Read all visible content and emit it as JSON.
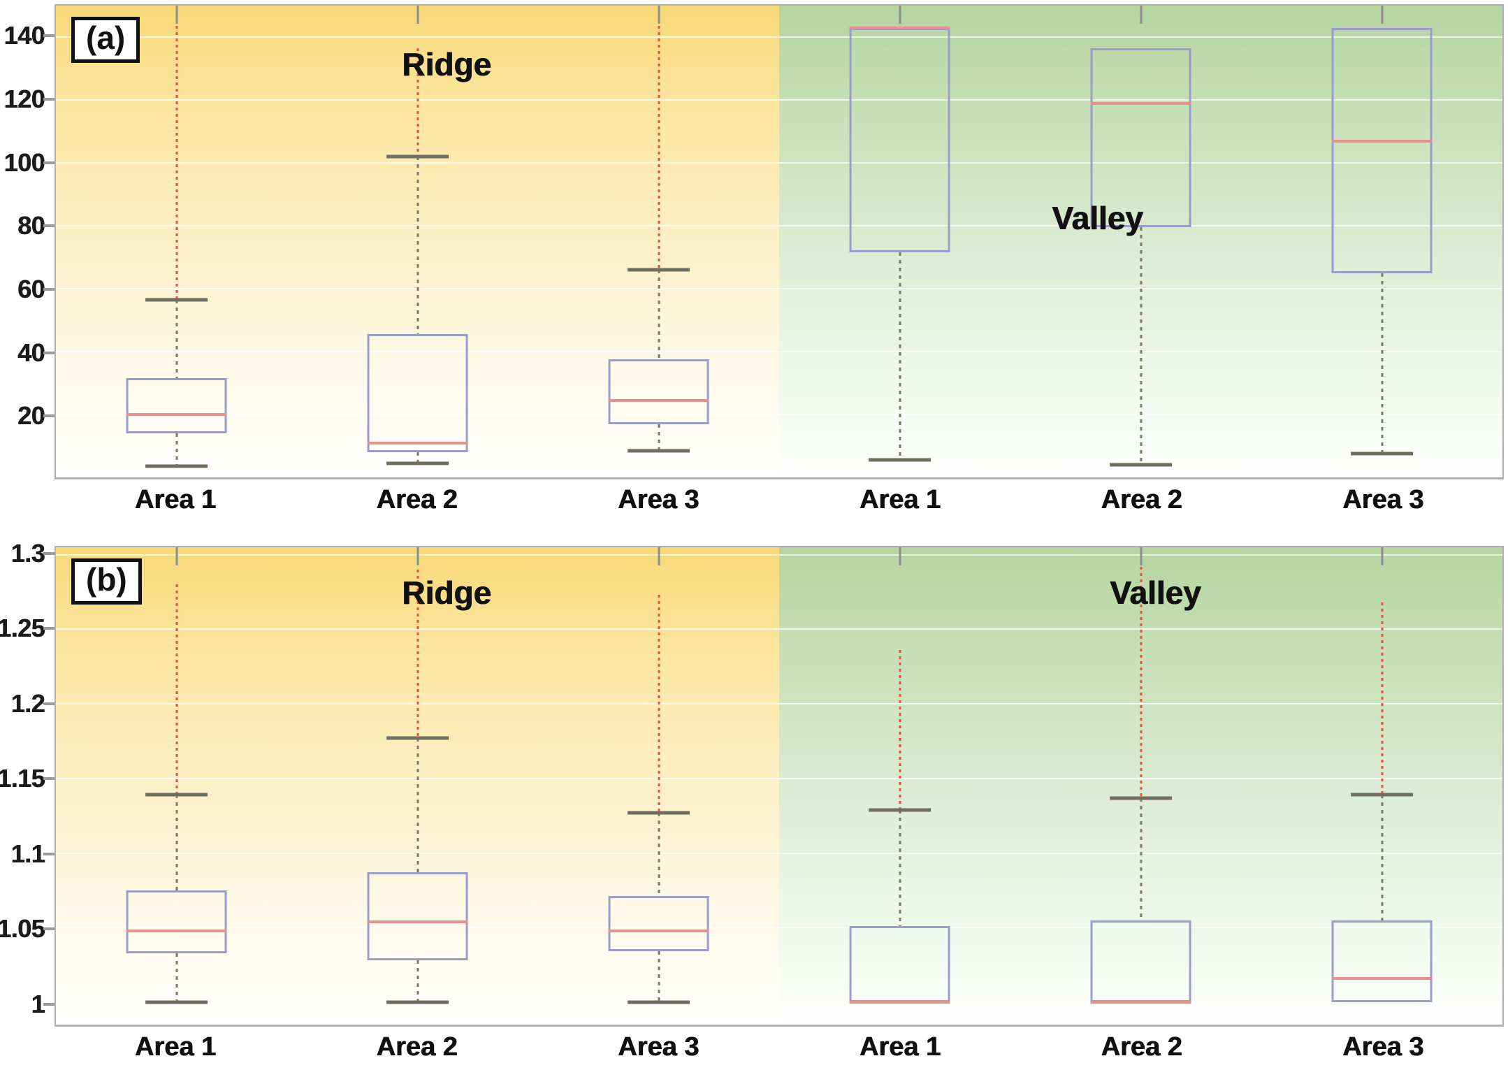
{
  "figure": {
    "panels": [
      {
        "tag": "(a)",
        "group_labels": [
          {
            "text": "Ridge",
            "x_pct": 27.0,
            "y_pct": 12.5
          },
          {
            "text": "Valley",
            "x_pct": 72.0,
            "y_pct": 45.0
          }
        ]
      },
      {
        "tag": "(b)",
        "group_labels": [
          {
            "text": "Ridge",
            "x_pct": 27.0,
            "y_pct": 9.5
          },
          {
            "text": "Valley",
            "x_pct": 76.0,
            "y_pct": 9.5
          }
        ]
      }
    ]
  },
  "chart_data": [
    {
      "type": "box",
      "panel": "a",
      "title": "(a)",
      "xlabel": "",
      "ylabel": "",
      "ylim": [
        0,
        150
      ],
      "yticks": [
        20,
        40,
        60,
        80,
        100,
        120,
        140
      ],
      "ytick_labels": [
        "20",
        "40",
        "60",
        "80",
        "100",
        "120",
        "140"
      ],
      "grid": true,
      "categories": [
        "Area 1",
        "Area 2",
        "Area 3",
        "Area 1",
        "Area 2",
        "Area 3"
      ],
      "groups": [
        "Ridge",
        "Ridge",
        "Ridge",
        "Valley",
        "Valley",
        "Valley"
      ],
      "boxes": [
        {
          "group": "Ridge",
          "category": "Area 1",
          "whisker_low": 3.5,
          "q1": 14.0,
          "median": 20.0,
          "q3": 31.5,
          "whisker_high": 56.5,
          "outlier_max": 143.5
        },
        {
          "group": "Ridge",
          "category": "Area 2",
          "whisker_low": 4.5,
          "q1": 8.0,
          "median": 11.0,
          "q3": 45.5,
          "whisker_high": 102.0,
          "outlier_max": 136.5
        },
        {
          "group": "Ridge",
          "category": "Area 3",
          "whisker_low": 8.5,
          "q1": 17.0,
          "median": 24.5,
          "q3": 37.5,
          "whisker_high": 66.0,
          "outlier_max": 143.5
        },
        {
          "group": "Valley",
          "category": "Area 1",
          "whisker_low": 5.5,
          "q1": 71.5,
          "median": 143.0,
          "q3": 143.0,
          "whisker_high": 143.0,
          "outlier_max": null
        },
        {
          "group": "Valley",
          "category": "Area 2",
          "whisker_low": 4.0,
          "q1": 79.5,
          "median": 119.0,
          "q3": 136.5,
          "whisker_high": 136.5,
          "outlier_max": null
        },
        {
          "group": "Valley",
          "category": "Area 3",
          "whisker_low": 7.5,
          "q1": 65.0,
          "median": 107.0,
          "q3": 143.0,
          "whisker_high": 143.0,
          "outlier_max": null
        }
      ]
    },
    {
      "type": "box",
      "panel": "b",
      "title": "(b)",
      "xlabel": "",
      "ylabel": "",
      "ylim": [
        0.985,
        1.305
      ],
      "yticks": [
        1,
        1.05,
        1.1,
        1.15,
        1.2,
        1.25,
        1.3
      ],
      "ytick_labels": [
        "1",
        "1.05",
        "1.1",
        "1.15",
        "1.2",
        "1.25",
        "1.3"
      ],
      "grid": true,
      "categories": [
        "Area 1",
        "Area 2",
        "Area 3",
        "Area 1",
        "Area 2",
        "Area 3"
      ],
      "groups": [
        "Ridge",
        "Ridge",
        "Ridge",
        "Valley",
        "Valley",
        "Valley"
      ],
      "boxes": [
        {
          "group": "Ridge",
          "category": "Area 1",
          "whisker_low": 1.0,
          "q1": 1.033,
          "median": 1.048,
          "q3": 1.075,
          "whisker_high": 1.139,
          "outlier_max": 1.28
        },
        {
          "group": "Ridge",
          "category": "Area 2",
          "whisker_low": 1.0,
          "q1": 1.028,
          "median": 1.054,
          "q3": 1.087,
          "whisker_high": 1.177,
          "outlier_max": 1.29
        },
        {
          "group": "Ridge",
          "category": "Area 3",
          "whisker_low": 1.0,
          "q1": 1.034,
          "median": 1.048,
          "q3": 1.071,
          "whisker_high": 1.127,
          "outlier_max": 1.273
        },
        {
          "group": "Valley",
          "category": "Area 1",
          "whisker_low": 1.0,
          "q1": 1.0,
          "median": 1.0,
          "q3": 1.051,
          "whisker_high": 1.129,
          "outlier_max": 1.236
        },
        {
          "group": "Valley",
          "category": "Area 2",
          "whisker_low": 1.0,
          "q1": 1.0,
          "median": 1.0,
          "q3": 1.055,
          "whisker_high": 1.137,
          "outlier_max": 1.292
        },
        {
          "group": "Valley",
          "category": "Area 3",
          "whisker_low": 1.0,
          "q1": 1.0,
          "median": 1.016,
          "q3": 1.055,
          "whisker_high": 1.139,
          "outlier_max": 1.268
        }
      ]
    }
  ],
  "colors": {
    "ridge_background": "#f8d977",
    "valley_background": "#b4d5a0",
    "box_edge": "#9a9ccb",
    "median_line": "#e8918c",
    "whisker": "#7d7a63",
    "outlier": "#ef4b44",
    "axis": "#b0b0b0",
    "text": "#111111"
  }
}
